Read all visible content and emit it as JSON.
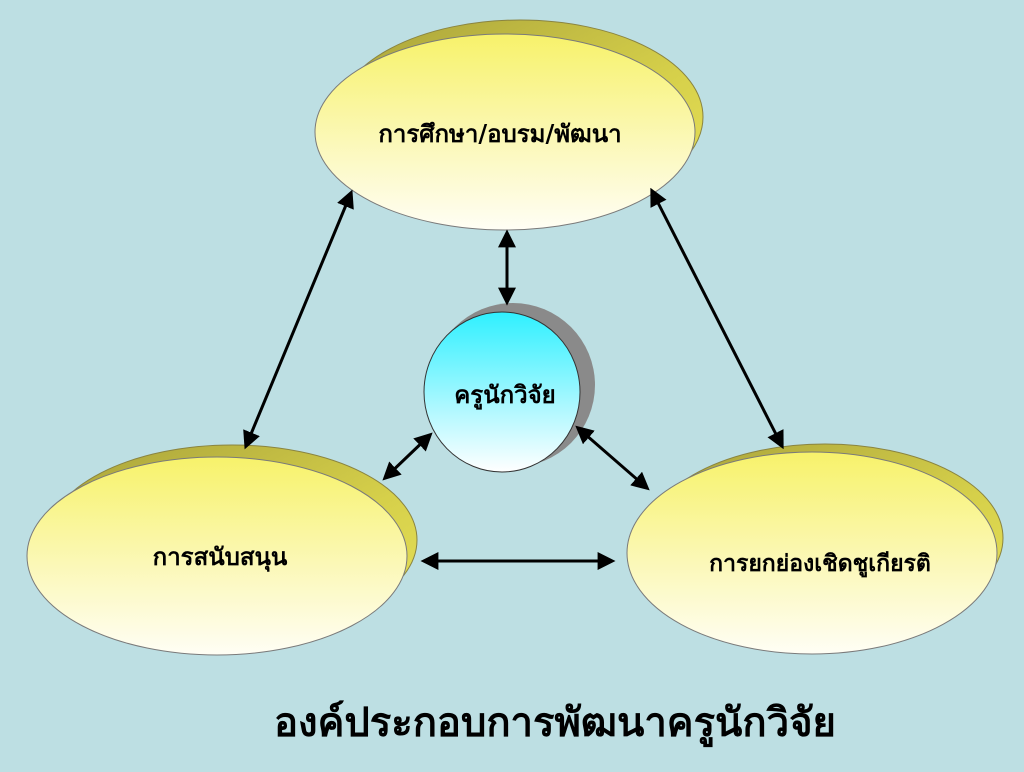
{
  "diagram": {
    "title": "องค์ประกอบการพัฒนาครูนักวิจัย",
    "nodes": {
      "center": "ครูนักวิจัย",
      "top": "การศึกษา/อบรม/พัฒนา",
      "left": "การสนับสนุน",
      "right": "การยกย่องเชิดชูเกียรติ"
    },
    "edges": [
      {
        "from": "center",
        "to": "top",
        "direction": "both"
      },
      {
        "from": "center",
        "to": "left",
        "direction": "both"
      },
      {
        "from": "center",
        "to": "right",
        "direction": "both"
      },
      {
        "from": "top",
        "to": "left",
        "direction": "both"
      },
      {
        "from": "top",
        "to": "right",
        "direction": "both"
      },
      {
        "from": "left",
        "to": "right",
        "direction": "both"
      }
    ]
  },
  "colors": {
    "background": "#bddfe3",
    "ellipse_top": "#f7f26a",
    "ellipse_bottom": "#fffdf0",
    "ellipse_shadow": "#c8c24a",
    "circle_top": "#3ff0ff",
    "circle_bottom": "#ffffff",
    "arrow": "#000000"
  }
}
